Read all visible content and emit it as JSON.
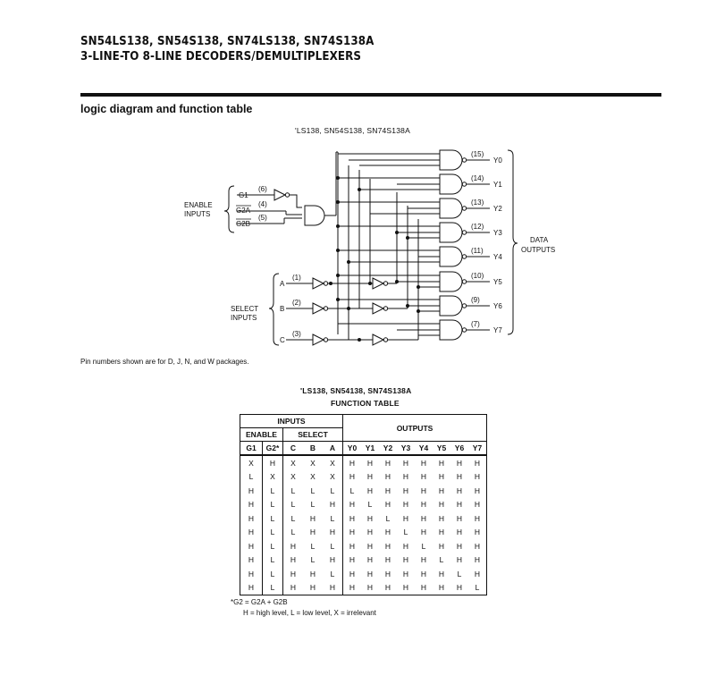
{
  "header": {
    "line1": "SN54LS138, SN54S138, SN74LS138, SN74S138A",
    "line2": "3-LINE-TO 8-LINE DECODERS/DEMULTIPLEXERS"
  },
  "section_title": "logic diagram and function table",
  "diagram": {
    "caption": "'LS138, SN54S138, SN74S138A",
    "enable_label_1": "ENABLE",
    "enable_label_2": "INPUTS",
    "select_label_1": "SELECT",
    "select_label_2": "INPUTS",
    "data_label_1": "DATA",
    "data_label_2": "OUTPUTS",
    "enable_pins": [
      {
        "name": "G1",
        "pin": "(6)"
      },
      {
        "name": "G2A",
        "pin": "(4)"
      },
      {
        "name": "G2B",
        "pin": "(5)"
      }
    ],
    "select_pins": [
      {
        "name": "A",
        "pin": "(1)"
      },
      {
        "name": "B",
        "pin": "(2)"
      },
      {
        "name": "C",
        "pin": "(3)"
      }
    ],
    "outputs": [
      {
        "name": "Y0",
        "pin": "(15)"
      },
      {
        "name": "Y1",
        "pin": "(14)"
      },
      {
        "name": "Y2",
        "pin": "(13)"
      },
      {
        "name": "Y3",
        "pin": "(12)"
      },
      {
        "name": "Y4",
        "pin": "(11)"
      },
      {
        "name": "Y5",
        "pin": "(10)"
      },
      {
        "name": "Y6",
        "pin": "(9)"
      },
      {
        "name": "Y7",
        "pin": "(7)"
      }
    ],
    "pin_note": "Pin numbers shown are for D, J, N, and W packages."
  },
  "function_table": {
    "caption": "'LS138, SN54138, SN74S138A",
    "subcaption": "FUNCTION TABLE",
    "group_inputs": "INPUTS",
    "group_outputs": "OUTPUTS",
    "group_enable": "ENABLE",
    "group_select": "SELECT",
    "columns": [
      "G1",
      "G2*",
      "C",
      "B",
      "A",
      "Y0",
      "Y1",
      "Y2",
      "Y3",
      "Y4",
      "Y5",
      "Y6",
      "Y7"
    ],
    "rows": [
      [
        "X",
        "H",
        "X",
        "X",
        "X",
        "H",
        "H",
        "H",
        "H",
        "H",
        "H",
        "H",
        "H"
      ],
      [
        "L",
        "X",
        "X",
        "X",
        "X",
        "H",
        "H",
        "H",
        "H",
        "H",
        "H",
        "H",
        "H"
      ],
      [
        "H",
        "L",
        "L",
        "L",
        "L",
        "L",
        "H",
        "H",
        "H",
        "H",
        "H",
        "H",
        "H"
      ],
      [
        "H",
        "L",
        "L",
        "L",
        "H",
        "H",
        "L",
        "H",
        "H",
        "H",
        "H",
        "H",
        "H"
      ],
      [
        "H",
        "L",
        "L",
        "H",
        "L",
        "H",
        "H",
        "L",
        "H",
        "H",
        "H",
        "H",
        "H"
      ],
      [
        "H",
        "L",
        "L",
        "H",
        "H",
        "H",
        "H",
        "H",
        "L",
        "H",
        "H",
        "H",
        "H"
      ],
      [
        "H",
        "L",
        "H",
        "L",
        "L",
        "H",
        "H",
        "H",
        "H",
        "L",
        "H",
        "H",
        "H"
      ],
      [
        "H",
        "L",
        "H",
        "L",
        "H",
        "H",
        "H",
        "H",
        "H",
        "H",
        "L",
        "H",
        "H"
      ],
      [
        "H",
        "L",
        "H",
        "H",
        "L",
        "H",
        "H",
        "H",
        "H",
        "H",
        "H",
        "L",
        "H"
      ],
      [
        "H",
        "L",
        "H",
        "H",
        "H",
        "H",
        "H",
        "H",
        "H",
        "H",
        "H",
        "H",
        "L"
      ]
    ],
    "footnote1": "*G2 = G2A + G2B",
    "footnote2": "H = high level, L = low level, X = irrelevant"
  }
}
